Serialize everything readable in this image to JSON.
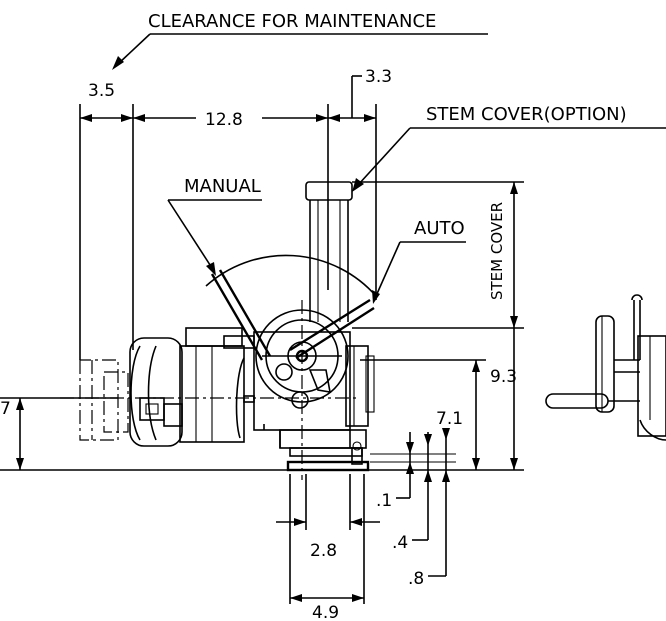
{
  "labels": {
    "clearance": "CLEARANCE FOR MAINTENANCE",
    "stem_cover_option": "STEM COVER(OPTION)",
    "manual": "MANUAL",
    "auto": "AUTO",
    "stem_cover_vertical": "STEM COVER"
  },
  "dimensions": {
    "d_3_5": "3.5",
    "d_12_8": "12.8",
    "d_3_3": "3.3",
    "d_9_3": "9.3",
    "d_7_1": "7.1",
    "d_left_partial": "7",
    "d_0_1": ".1",
    "d_0_4": ".4",
    "d_0_8": ".8",
    "d_2_8": "2.8",
    "d_4_9": "4.9"
  }
}
